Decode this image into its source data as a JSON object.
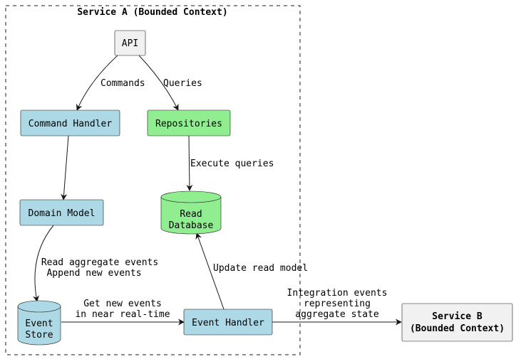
{
  "boundary": {
    "title": "Service A (Bounded Context)"
  },
  "nodes": {
    "api": "API",
    "command_handler": "Command Handler",
    "repositories": "Repositories",
    "domain_model": "Domain Model",
    "read_database": [
      "Read",
      "Database"
    ],
    "event_store": [
      "Event",
      "Store"
    ],
    "event_handler": "Event Handler",
    "service_b": [
      "Service B",
      "(Bounded Context)"
    ]
  },
  "edges": {
    "api_to_command": "Commands",
    "api_to_repositories": "Queries",
    "repositories_to_readdb": "Execute queries",
    "domain_to_store": [
      "Read aggregate events",
      "Append new events"
    ],
    "store_to_handler": [
      "Get new events",
      "in near real-time"
    ],
    "handler_to_readdb": "Update read model",
    "handler_to_service_b": [
      "Integration events",
      "representing",
      "aggregate state"
    ]
  },
  "colors": {
    "blue_node": "#add8e6",
    "green_node": "#90ee90",
    "gray_node": "#f1f1f1",
    "border": "#181818"
  }
}
